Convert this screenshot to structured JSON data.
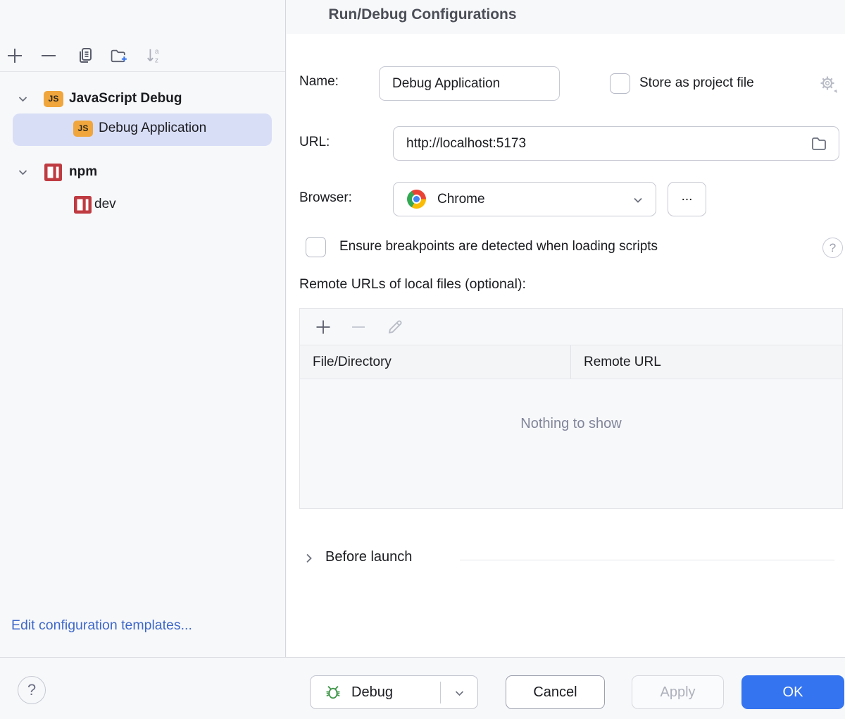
{
  "titlebar": {
    "title": "Run/Debug Configurations"
  },
  "colors": {
    "accent_blue": "#3574f0",
    "selection_bg": "#d9def7",
    "link_blue": "#3e68c9",
    "js_icon_bg": "#f0a63c",
    "npm_red": "#bf3b42",
    "debug_green": "#3e9548",
    "empty_text_gray": "#81859a"
  },
  "sidebar": {
    "toolbar": {
      "add": {
        "icon": "plus-icon"
      },
      "remove": {
        "icon": "minus-icon"
      },
      "copy": {
        "icon": "copy-icon"
      },
      "new_folder": {
        "icon": "new-folder-icon"
      },
      "sort": {
        "icon": "sort-az-icon",
        "enabled": false
      }
    },
    "tree": [
      {
        "label": "JavaScript Debug",
        "icon": "javascript-icon",
        "type": "group",
        "expanded": true
      },
      {
        "label": "Debug Application",
        "icon": "javascript-icon",
        "type": "item",
        "selected": true
      },
      {
        "label": "npm",
        "icon": "npm-icon",
        "type": "group",
        "expanded": true
      },
      {
        "label": "dev",
        "icon": "npm-icon",
        "type": "item",
        "selected": false
      }
    ],
    "js_badge_text": "JS",
    "edit_templates_link": "Edit configuration templates..."
  },
  "form": {
    "name_label": "Name:",
    "name_value": "Debug Application",
    "store_as_project_file": {
      "label": "Store as project file",
      "checked": false,
      "icon": "gear-icon"
    },
    "url_label": "URL:",
    "url_value": "http://localhost:5173",
    "url_browse_icon": "folder-icon",
    "browser_label": "Browser:",
    "browser_value": "Chrome",
    "browser_icon": "chrome-icon",
    "more_button_label": "...",
    "ensure_breakpoints": {
      "label": "Ensure breakpoints are detected when loading scripts",
      "checked": false,
      "help_glyph": "?"
    },
    "remote_urls_label": "Remote URLs of local files (optional):",
    "table": {
      "toolbar_icons": [
        "plus-icon",
        "minus-icon",
        "edit-pencil-icon"
      ],
      "columns": [
        "File/Directory",
        "Remote URL"
      ],
      "rows": [],
      "empty_text": "Nothing to show"
    },
    "before_launch_label": "Before launch"
  },
  "footer": {
    "help_glyph": "?",
    "debug_button": "Debug",
    "cancel_button": "Cancel",
    "apply_button": "Apply",
    "ok_button": "OK"
  }
}
